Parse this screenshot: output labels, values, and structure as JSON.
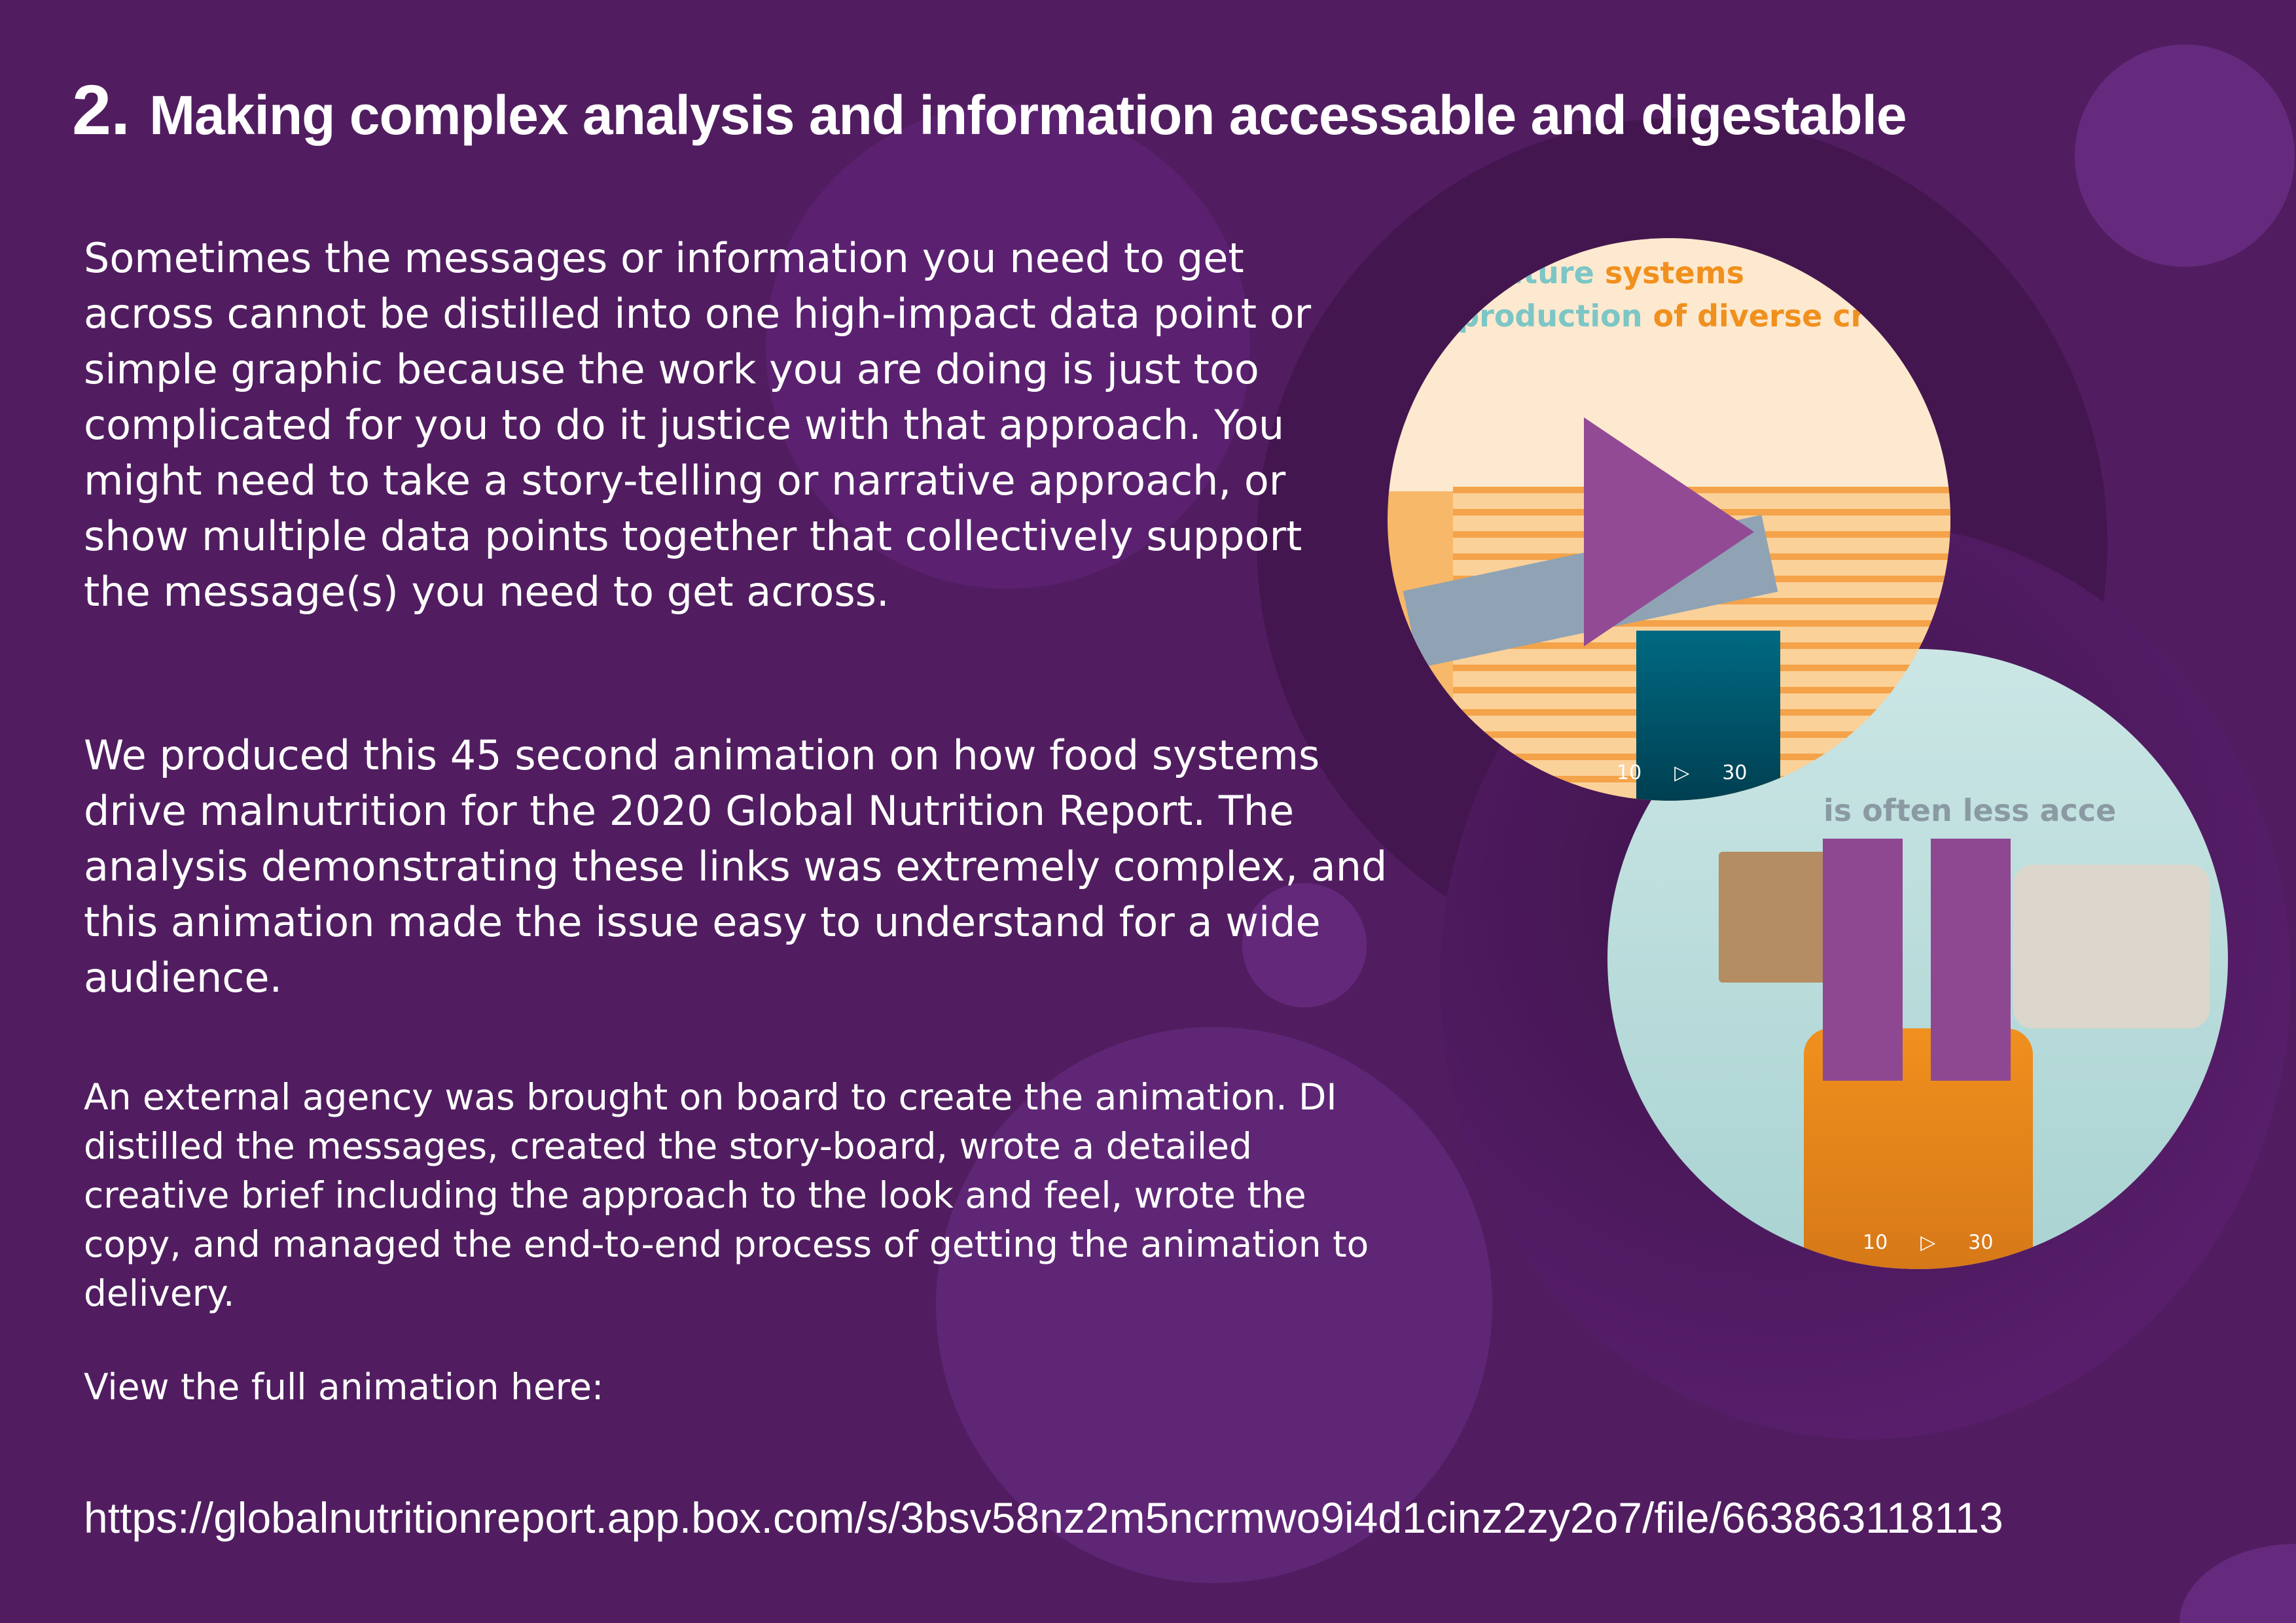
{
  "title": {
    "number": "2.",
    "text": "Making complex analysis and information accessable and digestable"
  },
  "paragraphs": [
    "Sometimes the messages or information you need to get across cannot be distilled into one high-impact data point or simple graphic because the work you are doing is just too complicated for you to do it justice with that approach. You might need to take a story-telling or narrative approach, or show multiple data points together that collectively support the message(s) you need to get across.",
    "We produced this 45 second animation on how food systems drive malnutrition for the 2020 Global Nutrition Report. The analysis demonstrating these links was extremely complex, and this animation made the issue easy to understand for a wide audience.",
    "An external agency was brought on board to create the animation. DI distilled the messages, created the story-board, wrote a detailed creative brief including the approach to the look and feel, wrote the copy, and managed the end-to-end process of getting the animation to delivery.",
    "View the full animation here:"
  ],
  "url": "https://globalnutritionreport.app.box.com/s/3bsv58nz2m5ncrmwo9i4d1cinz2zy2o7/file/663863118113",
  "video1": {
    "caption_a1": "griculture",
    "caption_a2": "systems",
    "caption_b1": "e production",
    "caption_b2": "of diverse cr",
    "rewind": "10",
    "forward": "30"
  },
  "video2": {
    "caption": "is often less acce",
    "rewind": "10",
    "forward": "30"
  }
}
